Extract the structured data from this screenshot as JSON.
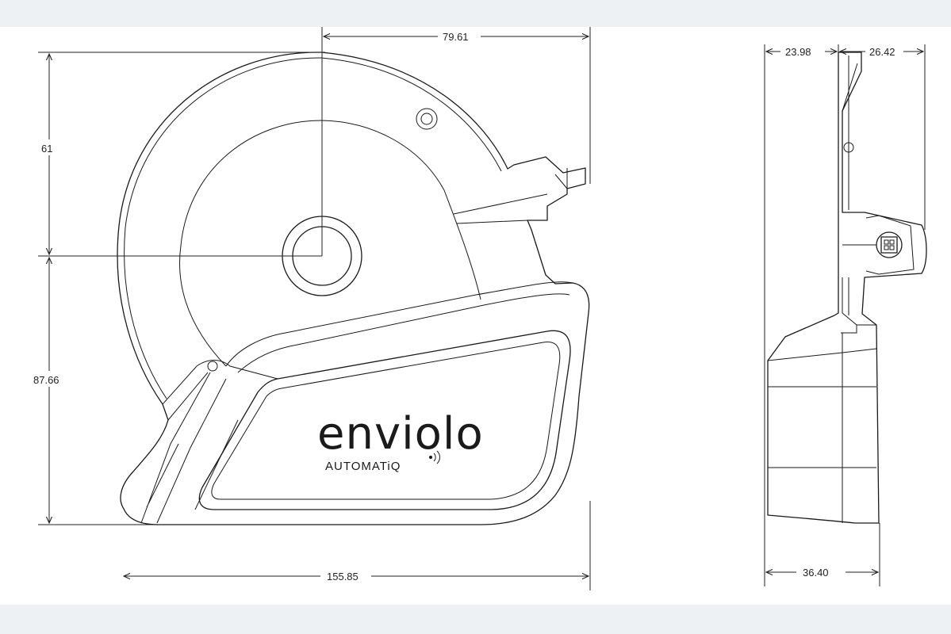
{
  "drawing": {
    "brand": {
      "logo_text": "enviolo",
      "product_text": "AUTOMATiQ",
      "wireless_icon": "wireless-signal-icon"
    },
    "dimensions": {
      "top_width": "79.61",
      "upper_height": "61",
      "lower_height": "87.66",
      "total_width": "155.85",
      "side_left": "23.98",
      "side_right": "26.42",
      "side_bottom": "36.40"
    },
    "colors": {
      "background": "#edf1f3",
      "panel": "#ffffff",
      "line": "#1a1a1a"
    }
  }
}
